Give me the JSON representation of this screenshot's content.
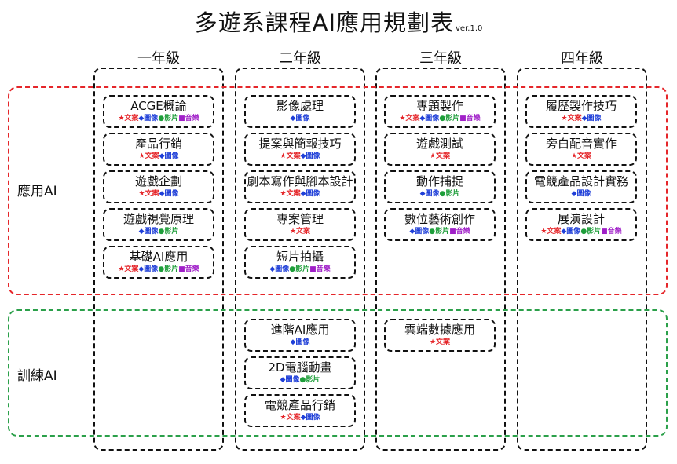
{
  "title": "多遊系課程AI應用規劃表",
  "version": "ver.1.0",
  "grades": [
    "一年級",
    "二年級",
    "三年級",
    "四年級"
  ],
  "regions": {
    "apply": "應用AI",
    "train": "訓練AI"
  },
  "tag_types": {
    "text": {
      "symbol": "★",
      "label": "文案",
      "color": "#e5262a"
    },
    "image": {
      "symbol": "◆",
      "label": "圖像",
      "color": "#1f3fd8"
    },
    "video": {
      "symbol": "●",
      "label": "影片",
      "color": "#1e9e3a"
    },
    "music": {
      "symbol": "■",
      "label": "音樂",
      "color": "#a020c8"
    }
  },
  "courses": [
    {
      "grade": 0,
      "region": "apply",
      "name": "ACGE概論",
      "tags": [
        "text",
        "image",
        "video",
        "music"
      ]
    },
    {
      "grade": 0,
      "region": "apply",
      "name": "產品行銷",
      "tags": [
        "text",
        "image"
      ]
    },
    {
      "grade": 0,
      "region": "apply",
      "name": "遊戲企劃",
      "tags": [
        "text",
        "image"
      ]
    },
    {
      "grade": 0,
      "region": "apply",
      "name": "遊戲視覺原理",
      "tags": [
        "image",
        "video"
      ]
    },
    {
      "grade": 0,
      "region": "apply",
      "name": "基礎AI應用",
      "tags": [
        "text",
        "image",
        "video",
        "music"
      ]
    },
    {
      "grade": 1,
      "region": "apply",
      "name": "影像處理",
      "tags": [
        "image"
      ]
    },
    {
      "grade": 1,
      "region": "apply",
      "name": "提案與簡報技巧",
      "tags": [
        "text",
        "image"
      ]
    },
    {
      "grade": 1,
      "region": "apply",
      "name": "劇本寫作與腳本設計",
      "tags": [
        "text",
        "image"
      ]
    },
    {
      "grade": 1,
      "region": "apply",
      "name": "專案管理",
      "tags": [
        "text"
      ]
    },
    {
      "grade": 1,
      "region": "apply",
      "name": "短片拍攝",
      "tags": [
        "image",
        "video",
        "music"
      ]
    },
    {
      "grade": 1,
      "region": "train",
      "name": "進階AI應用",
      "tags": [
        "image"
      ]
    },
    {
      "grade": 1,
      "region": "train",
      "name": "2D電腦動畫",
      "tags": [
        "image",
        "video"
      ]
    },
    {
      "grade": 1,
      "region": "train",
      "name": "電競產品行銷",
      "tags": [
        "text",
        "image"
      ]
    },
    {
      "grade": 2,
      "region": "apply",
      "name": "專題製作",
      "tags": [
        "text",
        "image",
        "video",
        "music"
      ]
    },
    {
      "grade": 2,
      "region": "apply",
      "name": "遊戲測試",
      "tags": [
        "text"
      ]
    },
    {
      "grade": 2,
      "region": "apply",
      "name": "動作捕捉",
      "tags": [
        "image",
        "video"
      ]
    },
    {
      "grade": 2,
      "region": "apply",
      "name": "數位藝術創作",
      "tags": [
        "image",
        "video",
        "music"
      ]
    },
    {
      "grade": 2,
      "region": "train",
      "name": "雲端數據應用",
      "tags": [
        "text"
      ]
    },
    {
      "grade": 3,
      "region": "apply",
      "name": "履歷製作技巧",
      "tags": [
        "text",
        "image"
      ]
    },
    {
      "grade": 3,
      "region": "apply",
      "name": "旁白配音實作",
      "tags": [
        "text"
      ]
    },
    {
      "grade": 3,
      "region": "apply",
      "name": "電競產品設計實務",
      "tags": [
        "image"
      ]
    },
    {
      "grade": 3,
      "region": "apply",
      "name": "展演設計",
      "tags": [
        "text",
        "image",
        "video",
        "music"
      ]
    }
  ]
}
